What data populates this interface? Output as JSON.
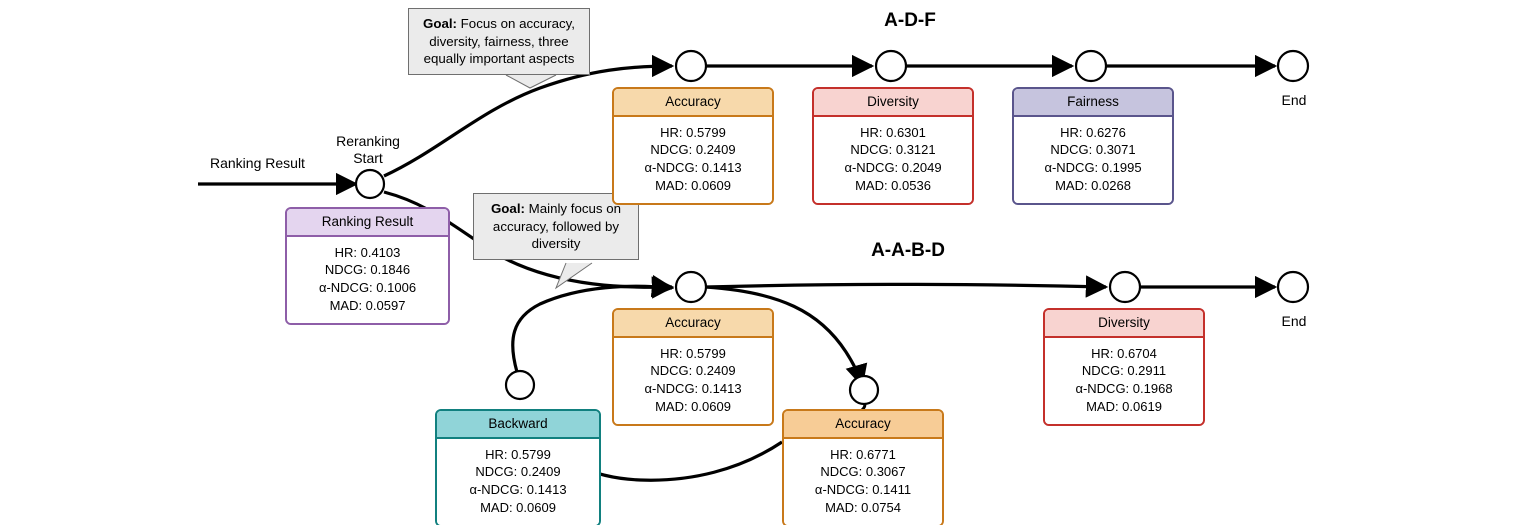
{
  "figure": {
    "top_trajectory_title": "A-D-F",
    "bottom_trajectory_title": "A-A-B-D",
    "input_edge_label": "Ranking Result",
    "start_node_label": "Reranking\nStart",
    "start_node_label_line1": "Reranking",
    "start_node_label_line2": "Start",
    "end_label_top": "End",
    "end_label_bottom": "End",
    "metric_keys": [
      "HR",
      "NDCG",
      "α-NDCG",
      "MAD"
    ]
  },
  "callouts": [
    {
      "id": "goal-top",
      "prefix": "Goal:",
      "text": " Focus on accuracy, diversity, fairness, three equally important aspects"
    },
    {
      "id": "goal-bottom",
      "prefix": "Goal:",
      "text": " Mainly focus on accuracy, followed by diversity"
    }
  ],
  "cards": {
    "ranking_result": {
      "title": "Ranking Result",
      "header_bg": "#e4d5ef",
      "border": "#8e5ea8",
      "metrics": [
        "HR: 0.4103",
        "NDCG: 0.1846",
        "α-NDCG: 0.1006",
        "MAD: 0.0597"
      ],
      "values": {
        "HR": 0.4103,
        "NDCG": 0.1846,
        "alpha_NDCG": 0.1006,
        "MAD": 0.0597
      }
    },
    "top_accuracy": {
      "title": "Accuracy",
      "header_bg": "#f7d9ab",
      "border": "#c8791a",
      "metrics": [
        "HR: 0.5799",
        "NDCG: 0.2409",
        "α-NDCG: 0.1413",
        "MAD: 0.0609"
      ],
      "values": {
        "HR": 0.5799,
        "NDCG": 0.2409,
        "alpha_NDCG": 0.1413,
        "MAD": 0.0609
      }
    },
    "top_diversity": {
      "title": "Diversity",
      "header_bg": "#f8d3d0",
      "border": "#c4302b",
      "metrics": [
        "HR: 0.6301",
        "NDCG: 0.3121",
        "α-NDCG: 0.2049",
        "MAD: 0.0536"
      ],
      "values": {
        "HR": 0.6301,
        "NDCG": 0.3121,
        "alpha_NDCG": 0.2049,
        "MAD": 0.0536
      }
    },
    "top_fairness": {
      "title": "Fairness",
      "header_bg": "#c6c4de",
      "border": "#5a558c",
      "metrics": [
        "HR: 0.6276",
        "NDCG: 0.3071",
        "α-NDCG: 0.1995",
        "MAD: 0.0268"
      ],
      "values": {
        "HR": 0.6276,
        "NDCG": 0.3071,
        "alpha_NDCG": 0.1995,
        "MAD": 0.0268
      }
    },
    "bottom_accuracy_1": {
      "title": "Accuracy",
      "header_bg": "#f7d9ab",
      "border": "#c8791a",
      "metrics": [
        "HR: 0.5799",
        "NDCG: 0.2409",
        "α-NDCG: 0.1413",
        "MAD: 0.0609"
      ],
      "values": {
        "HR": 0.5799,
        "NDCG": 0.2409,
        "alpha_NDCG": 0.1413,
        "MAD": 0.0609
      }
    },
    "bottom_accuracy_2": {
      "title": "Accuracy",
      "header_bg": "#f7cc96",
      "border": "#c8791a",
      "metrics": [
        "HR: 0.6771",
        "NDCG: 0.3067",
        "α-NDCG: 0.1411",
        "MAD: 0.0754"
      ],
      "values": {
        "HR": 0.6771,
        "NDCG": 0.3067,
        "alpha_NDCG": 0.1411,
        "MAD": 0.0754
      }
    },
    "bottom_backward": {
      "title": "Backward",
      "header_bg": "#90d4d8",
      "border": "#11807f",
      "metrics": [
        "HR: 0.5799",
        "NDCG: 0.2409",
        "α-NDCG: 0.1413",
        "MAD: 0.0609"
      ],
      "values": {
        "HR": 0.5799,
        "NDCG": 0.2409,
        "alpha_NDCG": 0.1413,
        "MAD": 0.0609
      }
    },
    "bottom_diversity": {
      "title": "Diversity",
      "header_bg": "#f8d3d0",
      "border": "#c4302b",
      "metrics": [
        "HR: 0.6704",
        "NDCG: 0.2911",
        "α-NDCG: 0.1968",
        "MAD: 0.0619"
      ],
      "values": {
        "HR": 0.6704,
        "NDCG": 0.2911,
        "alpha_NDCG": 0.1968,
        "MAD": 0.0619
      }
    }
  }
}
